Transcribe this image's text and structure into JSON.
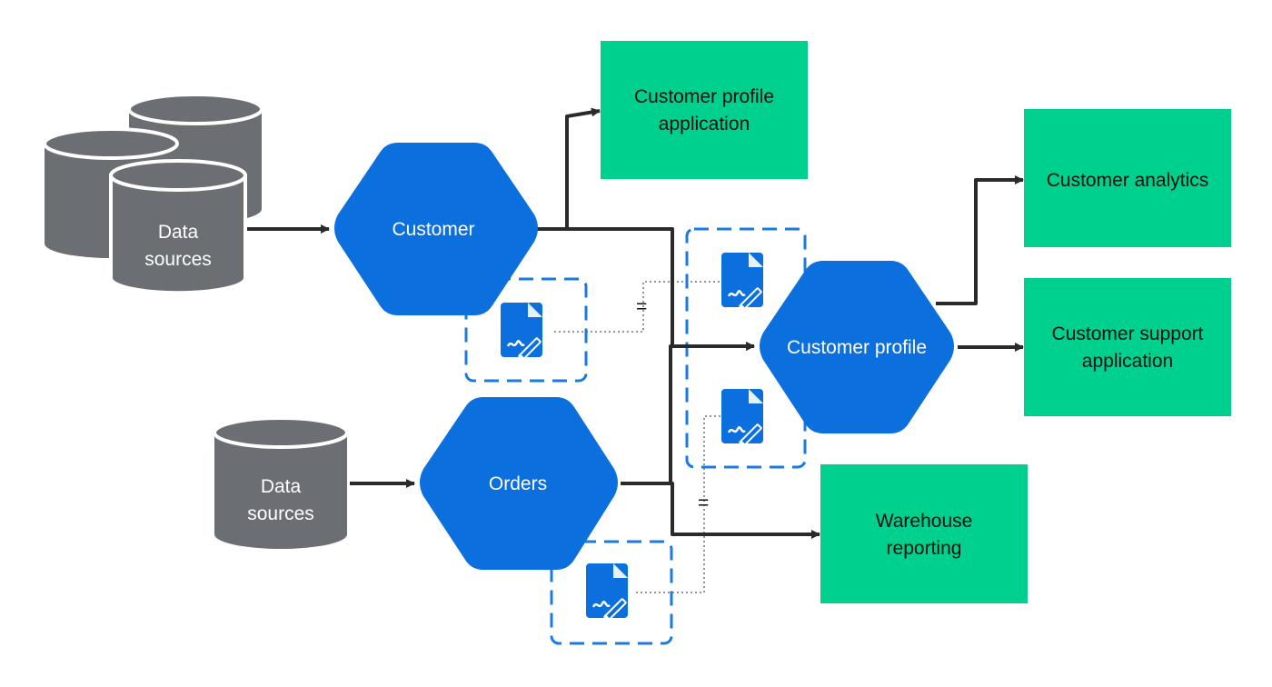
{
  "sources": {
    "top": {
      "line1": "Data",
      "line2": "sources"
    },
    "bottom": {
      "line1": "Data",
      "line2": "sources"
    }
  },
  "products": {
    "customer": "Customer",
    "orders": "Orders",
    "customer_profile": "Customer profile"
  },
  "consumers": {
    "profile_app": {
      "line1": "Customer profile",
      "line2": "application"
    },
    "analytics": {
      "line1": "Customer analytics"
    },
    "support_app": {
      "line1": "Customer support",
      "line2": "application"
    },
    "warehouse": {
      "line1": "Warehouse",
      "line2": "reporting"
    }
  },
  "equals_signs": {
    "upper": "=",
    "lower": "="
  },
  "colors": {
    "source_gray": "#6b6e72",
    "product_blue": "#0c6fde",
    "consumer_green": "#00d08e",
    "arrow": "#2a2a2a",
    "contract_dash": "#1b7ae0"
  },
  "icons": {
    "contract": "contract-signature-icon"
  }
}
